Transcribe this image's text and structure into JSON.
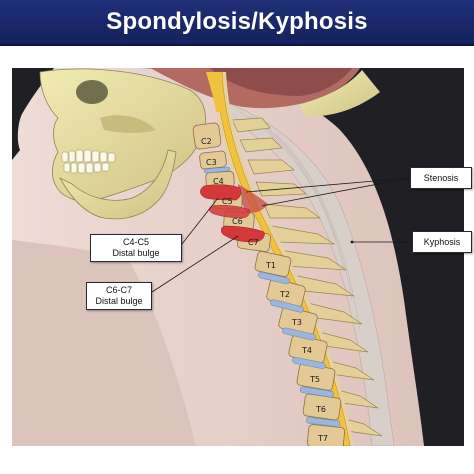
{
  "title": "Spondylosis/Kyphosis",
  "callouts": {
    "stenosis": "Stenosis",
    "kyphosis": "Kyphosis",
    "c4c5_line1": "C4-C5",
    "c4c5_line2": "Distal bulge",
    "c6c7_line1": "C6-C7",
    "c6c7_line2": "Distal bulge"
  },
  "vertebrae": [
    "C2",
    "C3",
    "C4",
    "C5",
    "C6",
    "C7",
    "T1",
    "T2",
    "T3",
    "T4",
    "T5",
    "T6",
    "T7"
  ],
  "colors": {
    "title_bar": "#1f2f78",
    "background": "#1f1f24",
    "skin": "#e8d3cc",
    "bone": "#ede6a8",
    "vertebra": "#e2c996",
    "disc": "#9db5d8",
    "inflamed": "#d3393a",
    "spinal_cord": "#f0c23e"
  }
}
